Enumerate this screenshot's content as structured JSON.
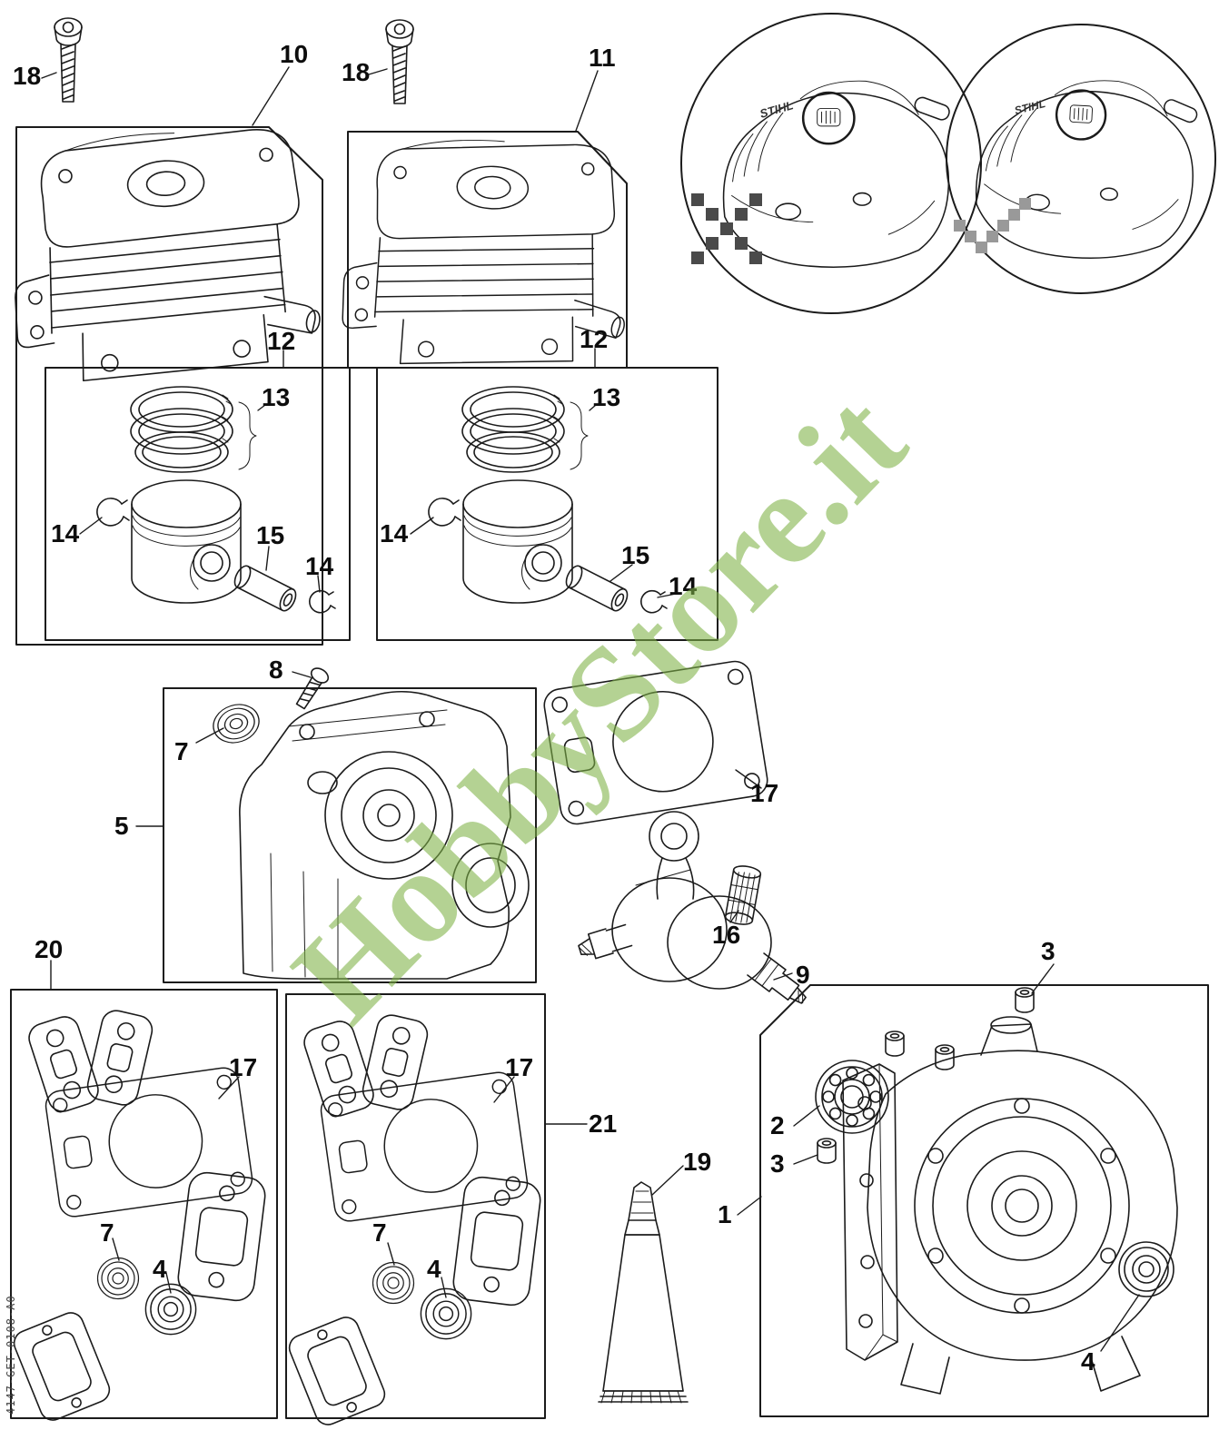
{
  "watermark": {
    "text": "HobbyStore.it"
  },
  "doc_code": "4147-GET-0108-A0",
  "brand": "STIHL",
  "symbols": {
    "wrong": "✗",
    "correct": "✓"
  },
  "callouts": {
    "screw_cylinder_left": "18",
    "cylinder_left": "10",
    "screw_cylinder_right": "18",
    "cylinder_right": "11",
    "piston_set_left": "12",
    "piston_rings_left": "13",
    "circlip_left_a": "14",
    "wrist_pin_left": "15",
    "circlip_left_b": "14",
    "piston_set_right": "12",
    "piston_rings_right": "13",
    "circlip_right_a": "14",
    "wrist_pin_right": "15",
    "circlip_right_b": "14",
    "screw_crankcase": "8",
    "oil_seal_crankcase": "7",
    "crankcase": "5",
    "gasket_cylinder_top": "17",
    "needle_bearing": "16",
    "crankshaft": "9",
    "gasket_set_left": "20",
    "gasket_cylinder_set_left": "17",
    "oil_seal_set_left_small": "7",
    "oil_seal_set_left_large": "4",
    "gasket_cylinder_set_mid": "17",
    "gasket_set_mid": "21",
    "oil_seal_set_mid_small": "7",
    "oil_seal_set_mid_large": "4",
    "sealant_tube": "19",
    "plug_top": "3",
    "ball_bearing": "2",
    "plug_bottom": "3",
    "crankcase_half": "1",
    "oil_seal_right": "4"
  }
}
